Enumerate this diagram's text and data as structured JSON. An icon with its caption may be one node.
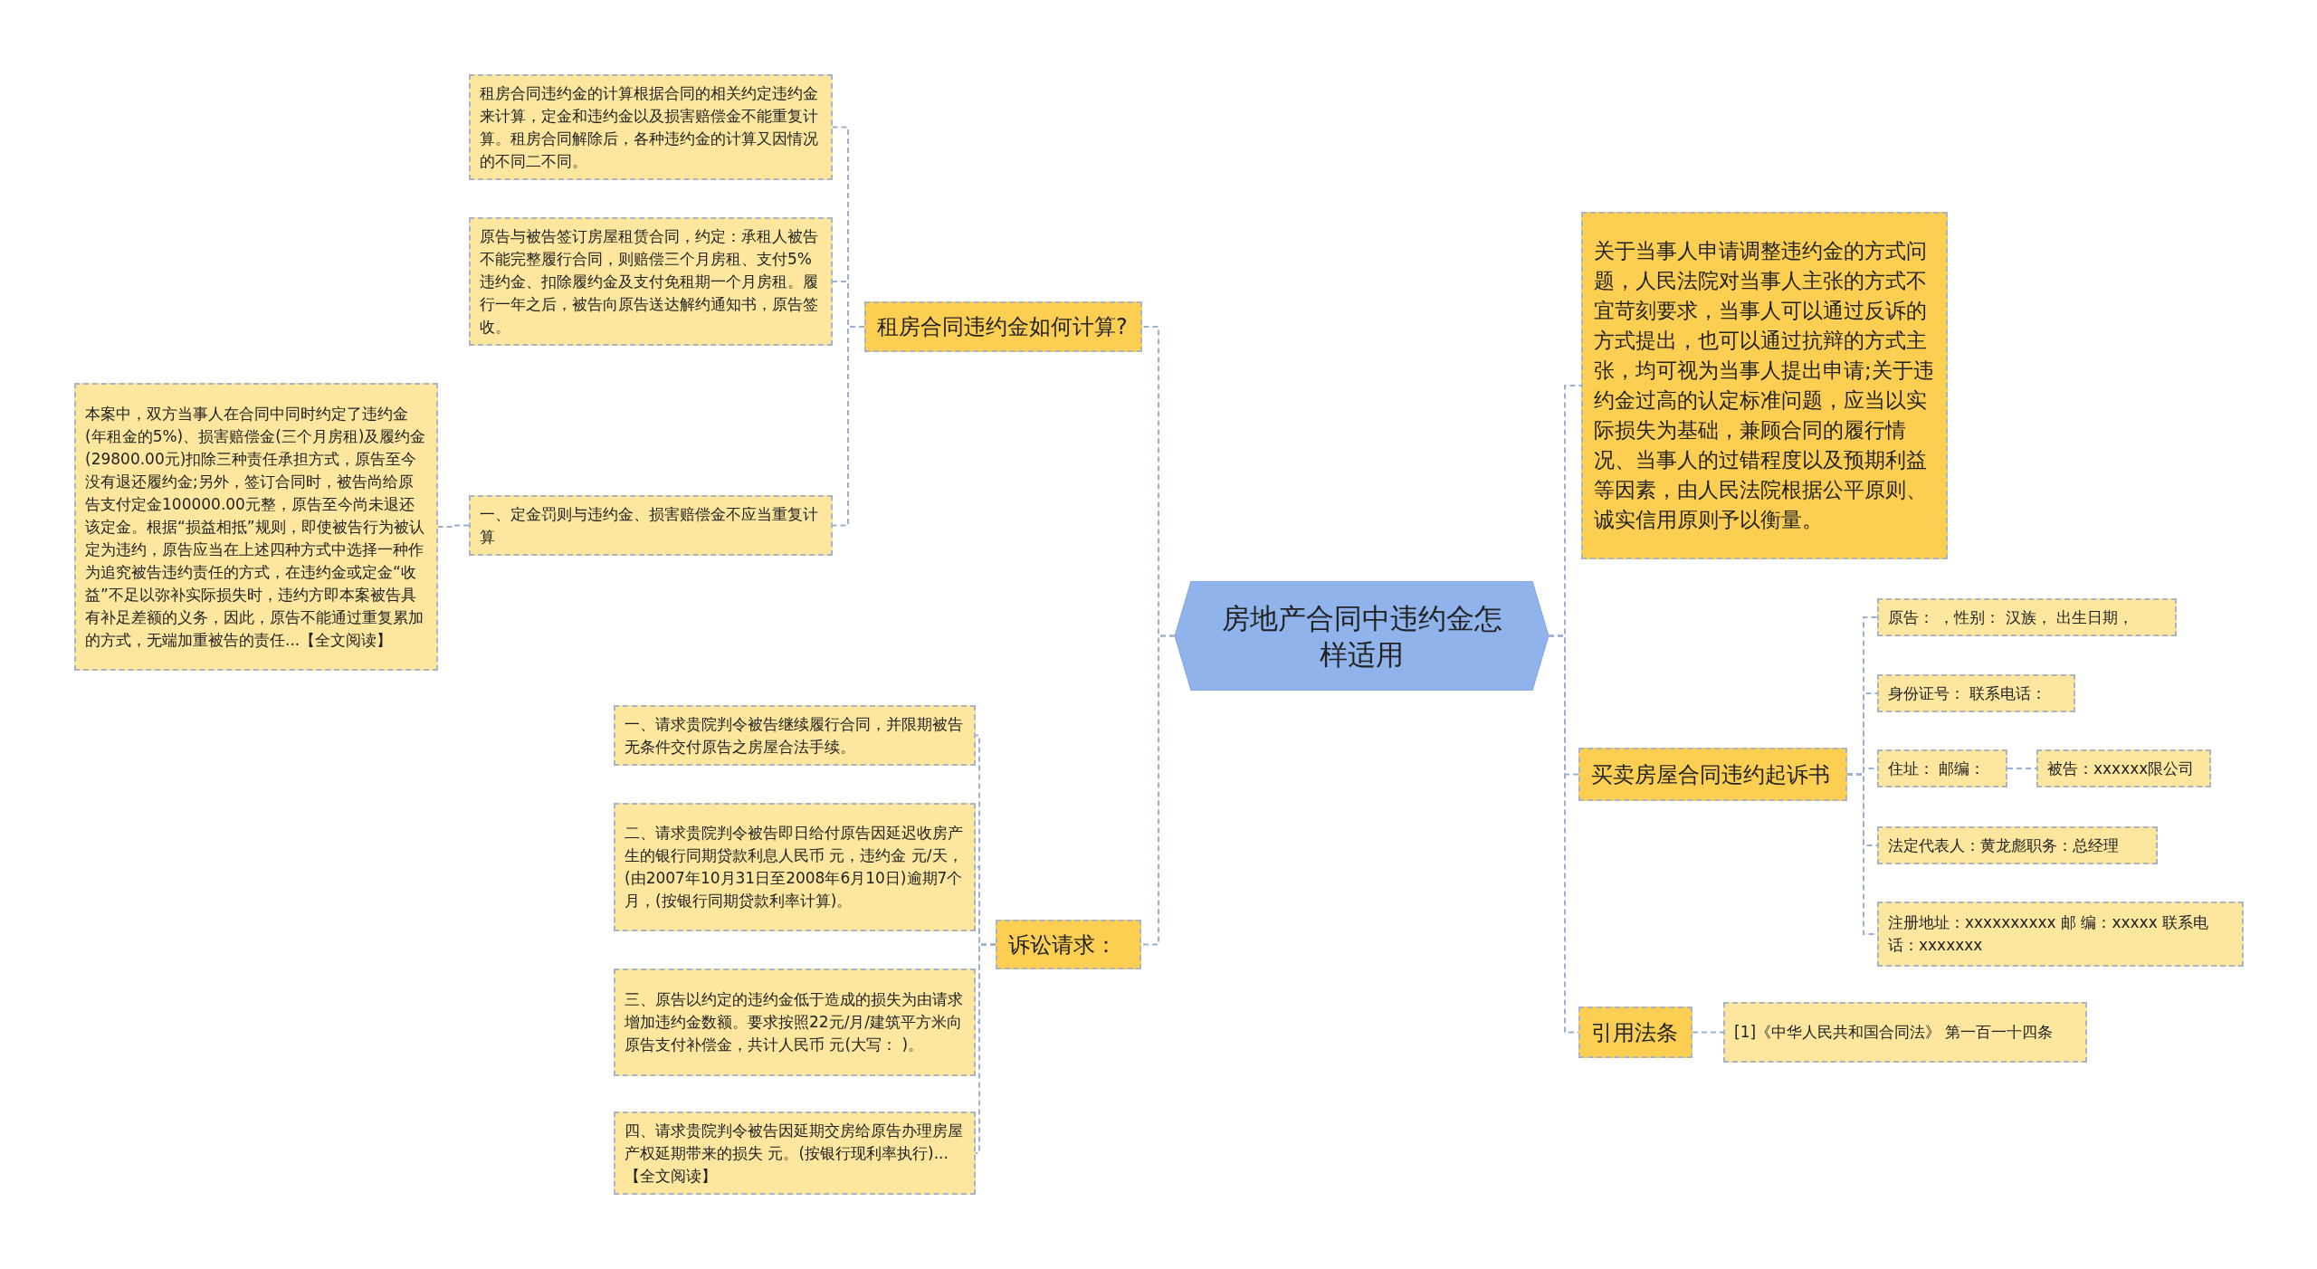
{
  "diagram": {
    "nodes": [
      {
        "text": [
          "房地产合同中违约金怎样适用"
        ]
      },
      {
        "text": [
          "租房合同违约金如何计算?"
        ]
      },
      {
        "text": [
          "租房合同违约金的计算根据合同的相关约定违约金来计算，定金和违约金以及损害赔偿金不能重复计算。租房合同解除后，各种违约金的计算又因情况的不同二不同。"
        ]
      },
      {
        "text": [
          "原告与被告签订房屋租赁合同，约定：承租人被告不能完整履行合同，则赔偿三个月房租、支付5%违约金、扣除履约金及支付免租期一个月房租。履行一年之后，被告向原告送达解约通知书，原告签收。"
        ]
      },
      {
        "text": [
          "一、定金罚则与违约金、损害赔偿金不应当重复计算"
        ]
      },
      {
        "text": [
          "本案中，双方当事人在合同中同时约定了违约金(年租金的5%)、损害赔偿金(三个月房租)及履约金(29800.00元)扣除三种责任承担方式，原告至今没有退还履约金;另外，签订合同时，被告尚给原告支付定金100000.00元整，原告至今尚未退还该定金。根据“损益相抵”规则，即使被告行为被认定为违约，原告应当在上述四种方式中选择一种作为追究被告违约责任的方式，在违约金或定金“收益”不足以弥补实际损失时，违约方即本案被告具有补足差额的义务，因此，原告不能通过重复累加的方式，无端加重被告的责任...【全文阅读】"
        ]
      },
      {
        "text": [
          "诉讼请求："
        ]
      },
      {
        "text": [
          "一、请求贵院判令被告继续履行合同，并限期被告无条件交付原告之房屋合法手续。"
        ]
      },
      {
        "text": [
          "二、请求贵院判令被告即日给付原告因延迟收房产生的银行同期贷款利息人民币 元，违约金 元/天，(由2007年10月31日至2008年6月10日)逾期7个月，(按银行同期贷款利率计算)。"
        ]
      },
      {
        "text": [
          "三、原告以约定的违约金低于造成的损失为由请求增加违约金数额。要求按照22元/月/建筑平方米向原告支付补偿金，共计人民币 元(大写： )。"
        ]
      },
      {
        "text": [
          "四、请求贵院判令被告因延期交房给原告办理房屋产权延期带来的损失 元。(按银行现利率执行)...【全文阅读】"
        ]
      },
      {
        "text": [
          "关于当事人申请调整违约金的方式问题，人民法院对当事人主张的方式不宜苛刻要求，当事人可以通过反诉的方式提出，也可以通过抗辩的方式主张，均可视为当事人提出申请;关于违约金过高的认定标准问题，应当以实际损失为基础，兼顾合同的履行情况、当事人的过错程度以及预期利益等因素，由人民法院根据公平原则、诚实信用原则予以衡量。"
        ]
      },
      {
        "text": [
          "买卖房屋合同违约起诉书"
        ]
      },
      {
        "text": [
          "原告： ，性别： 汉族， 出生日期，"
        ]
      },
      {
        "text": [
          "身份证号： 联系电话："
        ]
      },
      {
        "text": [
          "住址： 邮编："
        ]
      },
      {
        "text": [
          "被告：xxxxxx限公司"
        ]
      },
      {
        "text": [
          "法定代表人：黄龙彪职务：总经理"
        ]
      },
      {
        "text": [
          "注册地址：xxxxxxxxxx 邮 编：xxxxx 联系电话：xxxxxxx"
        ]
      },
      {
        "text": [
          "引用法条"
        ]
      },
      {
        "text": [
          "[1]《中华人民共和国合同法》 第一百一十四条"
        ]
      }
    ],
    "edges": [
      {
        "from": 0,
        "to": 1,
        "arrow": "none"
      },
      {
        "from": 1,
        "to": 2,
        "arrow": "none"
      },
      {
        "from": 1,
        "to": 3,
        "arrow": "none"
      },
      {
        "from": 1,
        "to": 4,
        "arrow": "none"
      },
      {
        "from": 4,
        "to": 5,
        "arrow": "none"
      },
      {
        "from": 0,
        "to": 6,
        "arrow": "none"
      },
      {
        "from": 6,
        "to": 7,
        "arrow": "none"
      },
      {
        "from": 6,
        "to": 8,
        "arrow": "none"
      },
      {
        "from": 6,
        "to": 9,
        "arrow": "none"
      },
      {
        "from": 6,
        "to": 10,
        "arrow": "none"
      },
      {
        "from": 0,
        "to": 11,
        "arrow": "none"
      },
      {
        "from": 0,
        "to": 12,
        "arrow": "none"
      },
      {
        "from": 12,
        "to": 13,
        "arrow": "none"
      },
      {
        "from": 12,
        "to": 14,
        "arrow": "none"
      },
      {
        "from": 12,
        "to": 15,
        "arrow": "none"
      },
      {
        "from": 15,
        "to": 16,
        "arrow": "none"
      },
      {
        "from": 12,
        "to": 17,
        "arrow": "none"
      },
      {
        "from": 12,
        "to": 18,
        "arrow": "none"
      },
      {
        "from": 0,
        "to": 19,
        "arrow": "none"
      },
      {
        "from": 19,
        "to": 20,
        "arrow": "none"
      }
    ]
  }
}
